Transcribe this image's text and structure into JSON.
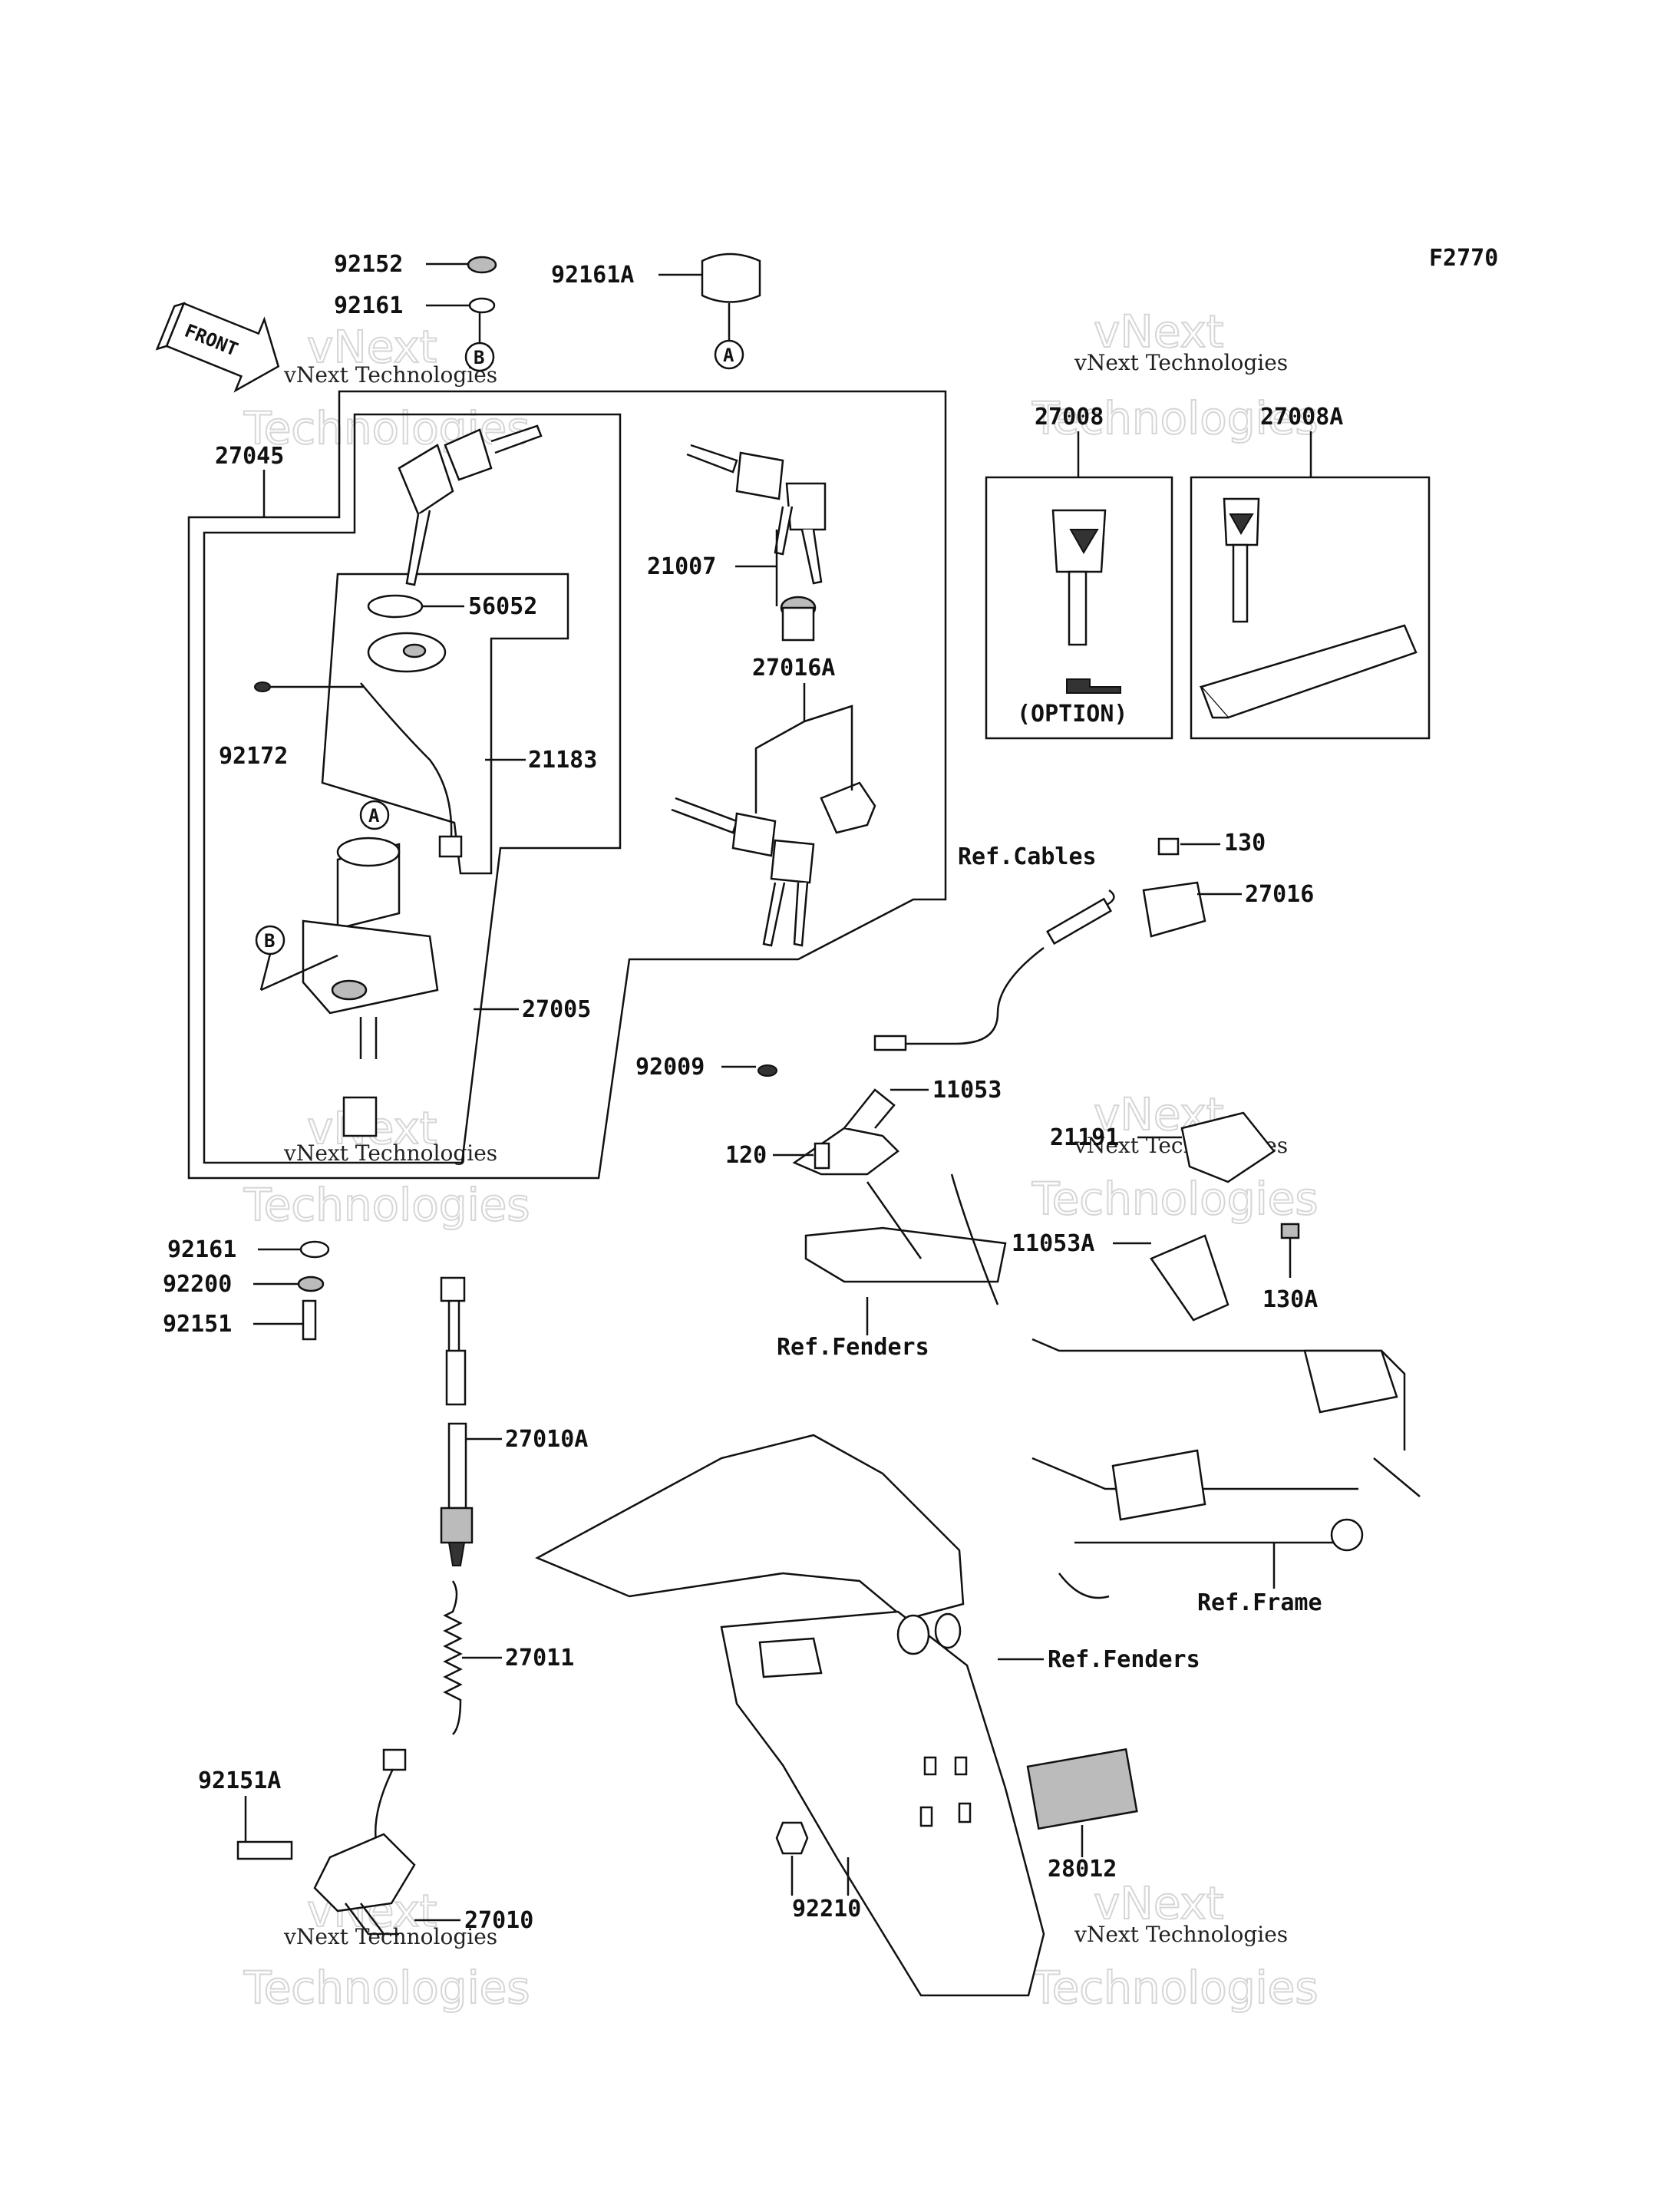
{
  "diagram_code": "F2770",
  "front_label": "FRONT",
  "parts": {
    "p92152": "92152",
    "p92161_top": "92161",
    "p92161A": "92161A",
    "p27045": "27045",
    "p56052": "56052",
    "p92172": "92172",
    "p21183": "21183",
    "p27005": "27005",
    "p21007": "21007",
    "p27016A": "27016A",
    "p27008": "27008",
    "p27008A": "27008A",
    "p130": "130",
    "p27016": "27016",
    "p92009": "92009",
    "p11053": "11053",
    "p120": "120",
    "p21191": "21191",
    "p11053A": "11053A",
    "p130A": "130A",
    "p92161_bot": "92161",
    "p92200": "92200",
    "p92151": "92151",
    "p27010A": "27010A",
    "p27011": "27011",
    "p92151A": "92151A",
    "p27010": "27010",
    "p92210": "92210",
    "p28012": "28012"
  },
  "refs": {
    "cables": "Ref.Cables",
    "fenders1": "Ref.Fenders",
    "frame": "Ref.Frame",
    "fenders2": "Ref.Fenders"
  },
  "callouts": {
    "a1": "A",
    "a2": "A",
    "b1": "B",
    "b2": "B"
  },
  "option_label": "(OPTION)",
  "watermark": {
    "line1": "vNext Technologies",
    "line2": "Technologies",
    "line3": "vNext"
  }
}
